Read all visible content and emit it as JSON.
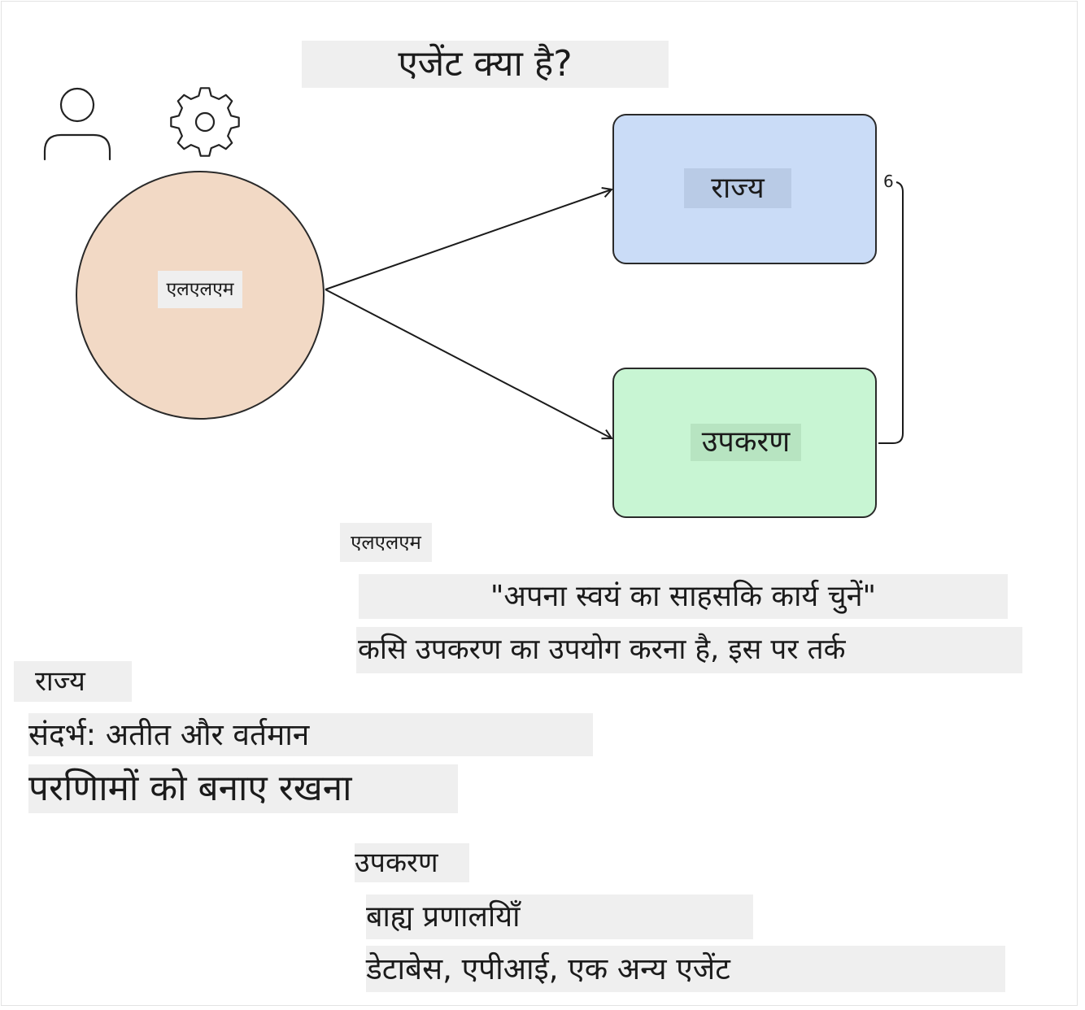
{
  "title": "एजेंट क्या है?",
  "icons": {
    "person": "person-icon",
    "gear": "gear-icon"
  },
  "nodes": {
    "llm": {
      "label": "एलएलएम",
      "fill": "#f2d9c5"
    },
    "state": {
      "label": "राज्य",
      "fill": "#cadcf7"
    },
    "tools": {
      "label": "उपकरण",
      "fill": "#c8f5d3"
    }
  },
  "connector_label": "6",
  "notes": {
    "llm": {
      "heading": "एलएलएम",
      "line1": "\"अपना स्वयं का साहसकि कार्य चुनें\"",
      "line2": "कसि उपकरण का उपयोग करना है, इस पर तर्क"
    },
    "state": {
      "heading": "राज्य",
      "line1": "संदर्भ: अतीत और वर्तमान",
      "line2": "परणिामों को बनाए रखना"
    },
    "tools": {
      "heading": "उपकरण",
      "line1": "बाह्य प्रणालयिाँ",
      "line2": "डेटाबेस, एपीआई, एक अन्य एजेंट"
    }
  }
}
